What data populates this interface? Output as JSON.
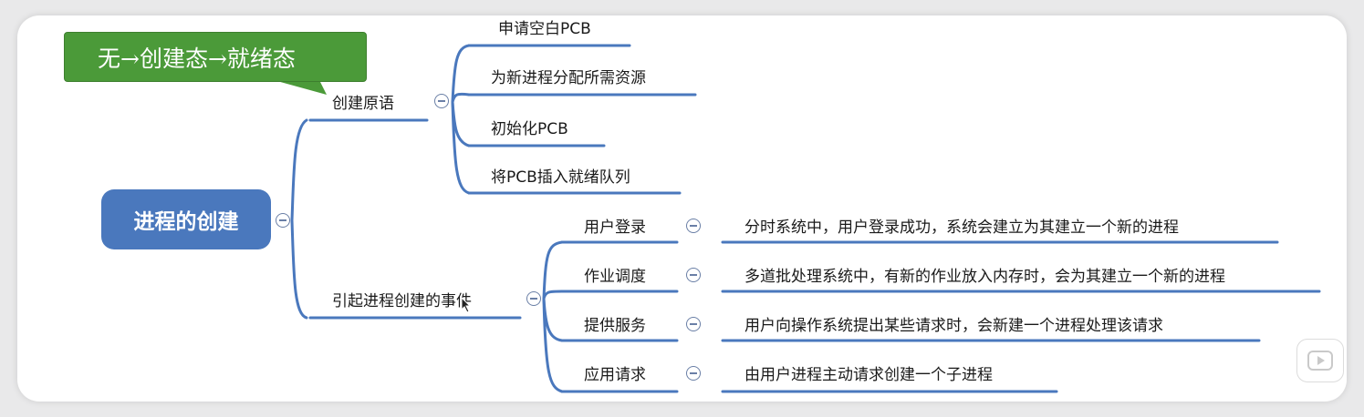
{
  "callout": {
    "text": "无→创建态→就绪态"
  },
  "root": {
    "label": "进程的创建"
  },
  "creation_primitive": {
    "label": "创建原语",
    "steps": [
      "申请空白PCB",
      "为新进程分配所需资源",
      "初始化PCB",
      "将PCB插入就绪队列"
    ]
  },
  "events": {
    "label": "引起进程创建的事件",
    "items": [
      {
        "name": "用户登录",
        "desc": "分时系统中，用户登录成功，系统会建立为其建立一个新的进程"
      },
      {
        "name": "作业调度",
        "desc": "多道批处理系统中，有新的作业放入内存时，会为其建立一个新的进程"
      },
      {
        "name": "提供服务",
        "desc": "用户向操作系统提出某些请求时，会新建一个进程处理该请求"
      },
      {
        "name": "应用请求",
        "desc": "由用户进程主动请求创建一个子进程"
      }
    ]
  },
  "colors": {
    "root": "#4a78bd",
    "branch": "#4a78bd",
    "callout": "#4b9a39"
  },
  "icons": {
    "collapse": "minus-circle-icon",
    "player": "play-icon"
  }
}
